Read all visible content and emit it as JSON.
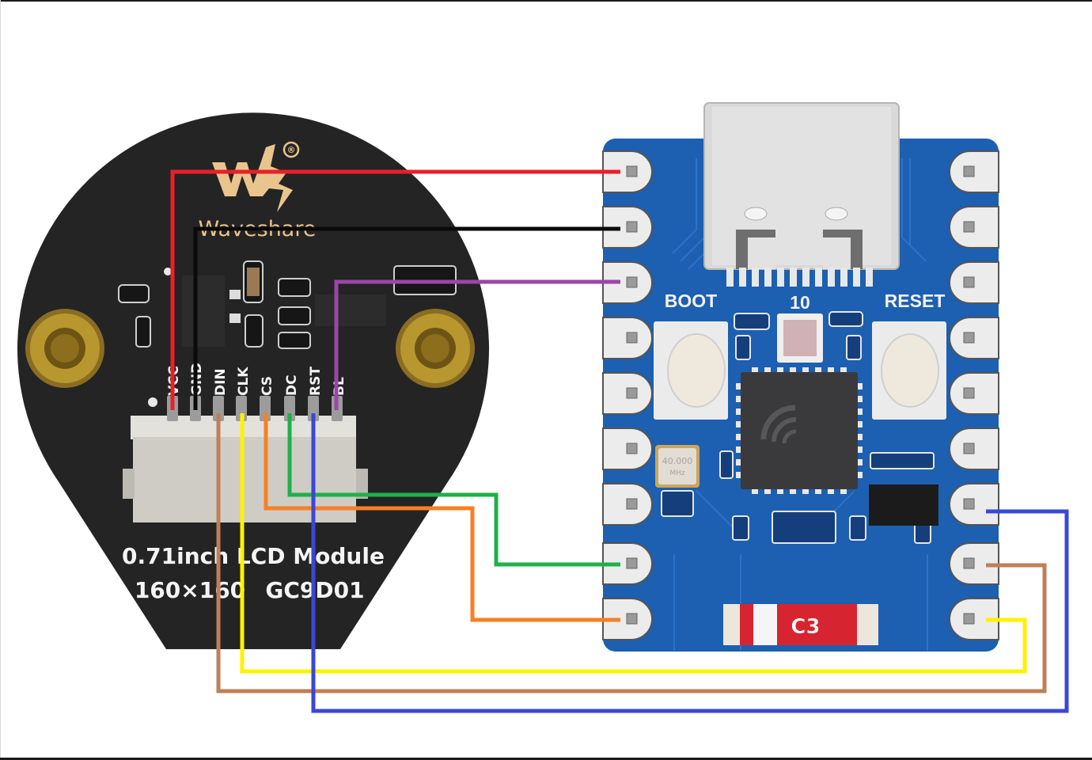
{
  "lcd_module": {
    "brand": "Waveshare",
    "title_line1": "0.71inch LCD Module",
    "title_line2_res": "160×160",
    "title_line2_driver": "GC9D01",
    "registered_mark": "®",
    "pins": [
      "VCC",
      "GND",
      "DIN",
      "CLK",
      "CS",
      "DC",
      "RST",
      "BL"
    ],
    "board_color": "#242424",
    "logo_color": "#e9c58e"
  },
  "esp_board": {
    "label_boot": "BOOT",
    "label_10": "10",
    "label_reset": "RESET",
    "crystal_text_1": "40.000",
    "crystal_text_2": "MHz",
    "antenna_label": "C3",
    "board_color": "#1d5fb0",
    "left_pins_count": 9,
    "right_pins_count": 9
  },
  "wires": [
    {
      "signal": "VCC",
      "color": "#e8202a",
      "to": "left pin 1"
    },
    {
      "signal": "GND",
      "color": "#0a0a0a",
      "to": "left pin 2"
    },
    {
      "signal": "BL",
      "color": "#9b46a8",
      "to": "left pin 3"
    },
    {
      "signal": "DC",
      "color": "#1fb04a",
      "to": "left pin 8"
    },
    {
      "signal": "CS",
      "color": "#f68024",
      "to": "left pin 9"
    },
    {
      "signal": "CLK",
      "color": "#fff200",
      "to": "right pin 9"
    },
    {
      "signal": "DIN",
      "color": "#c07f56",
      "to": "right pin 8"
    },
    {
      "signal": "RST",
      "color": "#3b47d6",
      "to": "right pin 7"
    }
  ]
}
